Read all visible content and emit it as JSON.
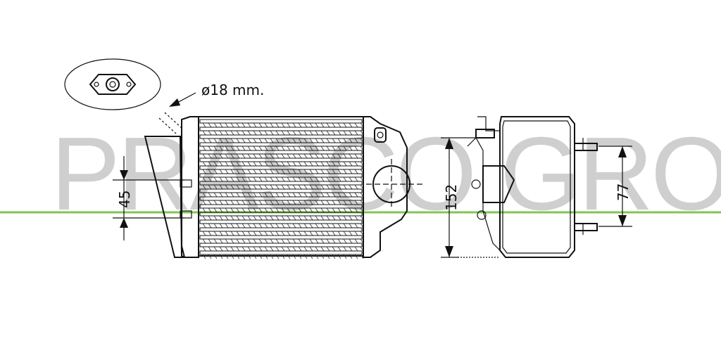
{
  "watermark": {
    "text": "PRASCO GROUP",
    "color": "#cfcfcf"
  },
  "guide_line": {
    "color": "#7ec850"
  },
  "annotations": {
    "pipe_diameter": "ø18 mm.",
    "dim_45": "45",
    "dim_152": "152",
    "dim_77": "77"
  },
  "icons": [
    "flange-icon",
    "arrow-icon"
  ]
}
